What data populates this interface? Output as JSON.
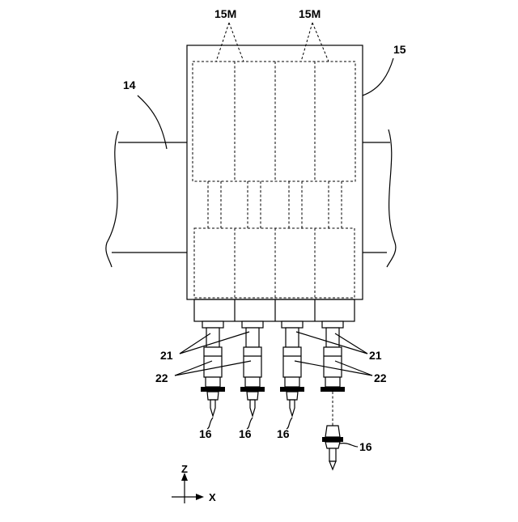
{
  "labels": {
    "motor_unit": "15M",
    "head": "15",
    "beam": "14",
    "shaft": "21",
    "holder": "22",
    "nozzle": "16"
  },
  "axes": {
    "z": "Z",
    "x": "X"
  }
}
